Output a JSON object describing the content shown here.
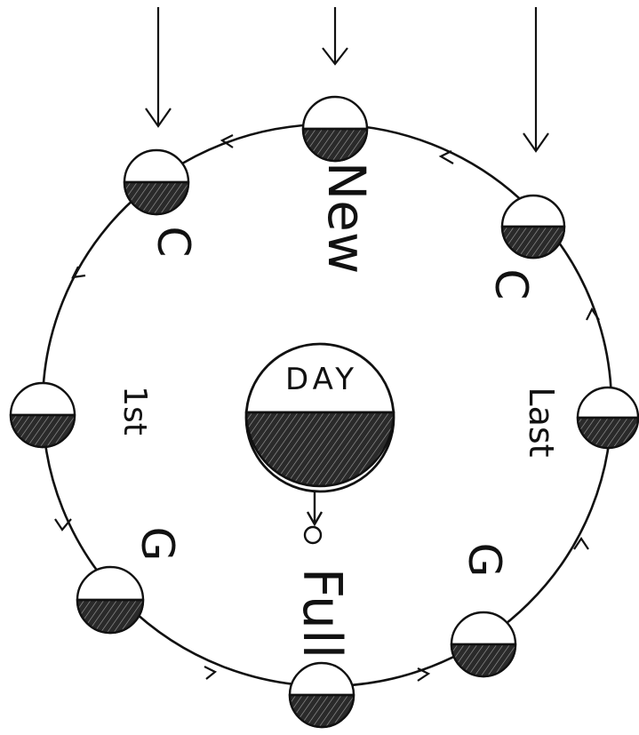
{
  "center_label": "DAY",
  "phase_labels": {
    "new": "New",
    "first": "1st",
    "full": "Full",
    "last": "Last",
    "crescent_left": "C",
    "crescent_right": "C",
    "gibbous_left": "G",
    "gibbous_right": "G"
  },
  "colors": {
    "ink": "#111111",
    "paper": "#ffffff"
  }
}
